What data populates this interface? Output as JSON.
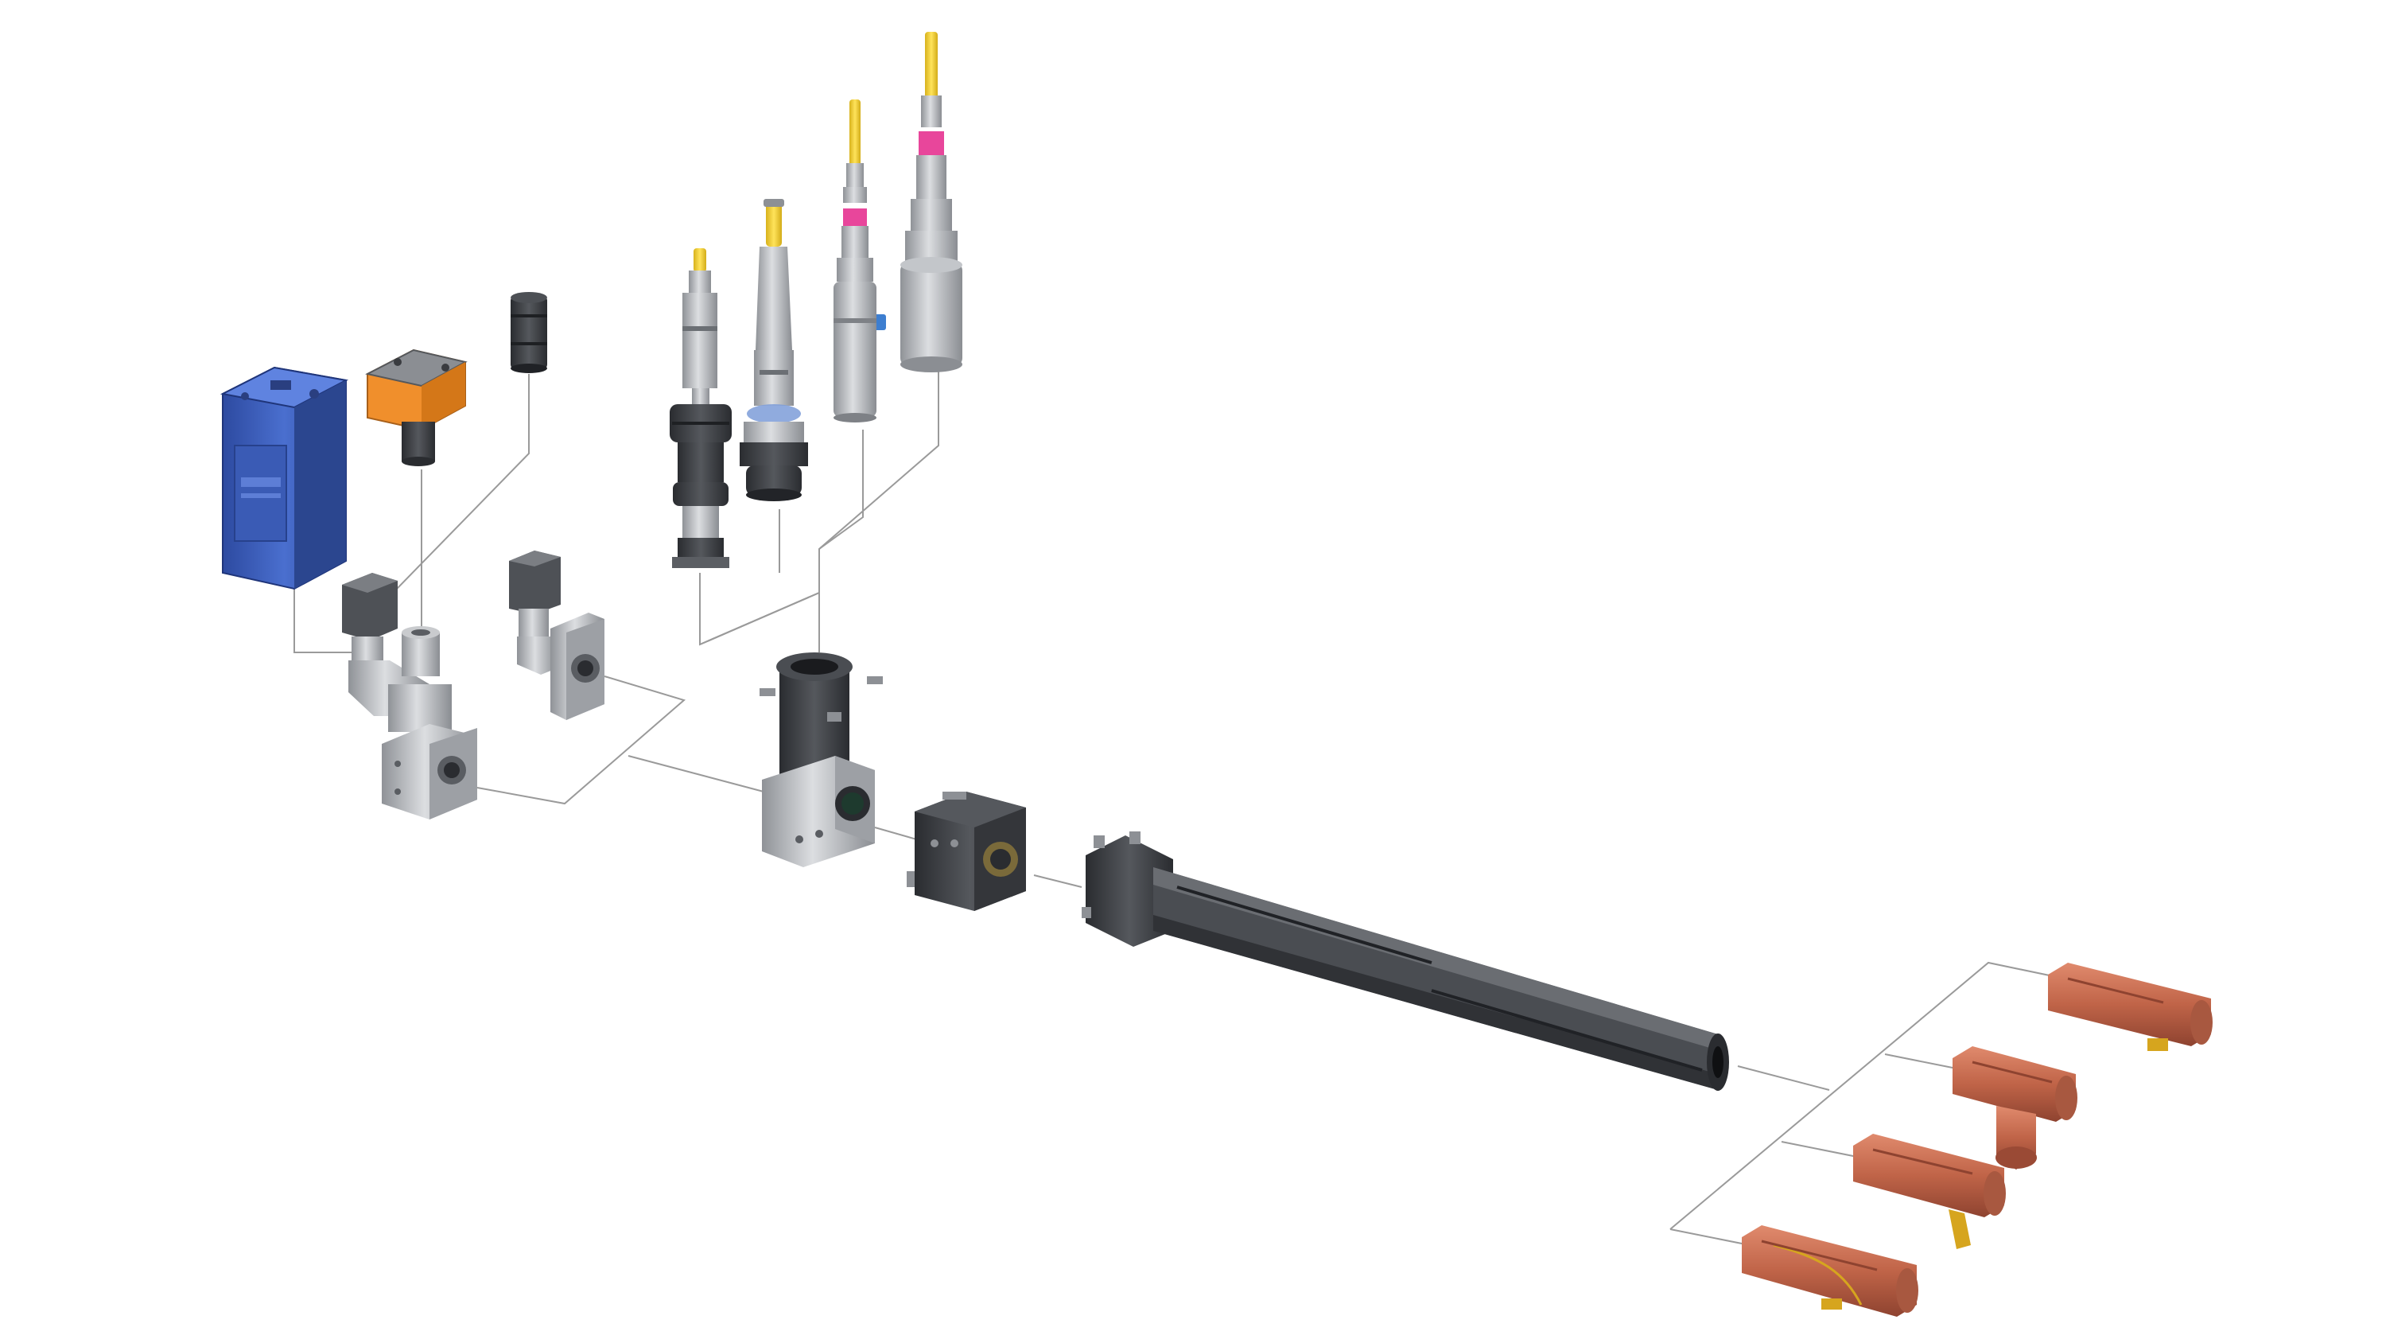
{
  "diagram": {
    "kind": "exploded-assembly",
    "background": "#ffffff",
    "leader_color": "#9a9a9a",
    "palette": {
      "steel": "#a9acb0",
      "steel_dark": "#6b6f74",
      "steel_light": "#d9dbde",
      "black_anodized": "#3a3c40",
      "blue_housing": "#3b5cb8",
      "orange_cap": "#f08f2c",
      "yellow_fiber": "#f2cf2c",
      "pink_band": "#e8469b",
      "copper": "#c87055",
      "copper_dark": "#9a4a35",
      "brass": "#d6a51e"
    },
    "components": [
      {
        "id": "blue-controller-housing",
        "group": "detectors"
      },
      {
        "id": "orange-sensor-module",
        "group": "detectors"
      },
      {
        "id": "black-cap",
        "group": "detectors"
      },
      {
        "id": "fiber-coupler-1",
        "group": "fiber-couplers"
      },
      {
        "id": "fiber-coupler-2",
        "group": "fiber-couplers"
      },
      {
        "id": "fiber-coupler-3",
        "group": "fiber-couplers"
      },
      {
        "id": "fiber-coupler-4",
        "group": "fiber-couplers"
      },
      {
        "id": "right-angle-adapter-a",
        "group": "adapters"
      },
      {
        "id": "right-angle-adapter-b",
        "group": "adapters"
      },
      {
        "id": "cage-cube",
        "group": "core"
      },
      {
        "id": "beam-splitter-block",
        "group": "core"
      },
      {
        "id": "probe-tube",
        "group": "core"
      },
      {
        "id": "copper-tip-1",
        "group": "tips"
      },
      {
        "id": "copper-tip-2",
        "group": "tips"
      },
      {
        "id": "copper-tip-3",
        "group": "tips"
      },
      {
        "id": "copper-tip-4",
        "group": "tips"
      }
    ]
  }
}
